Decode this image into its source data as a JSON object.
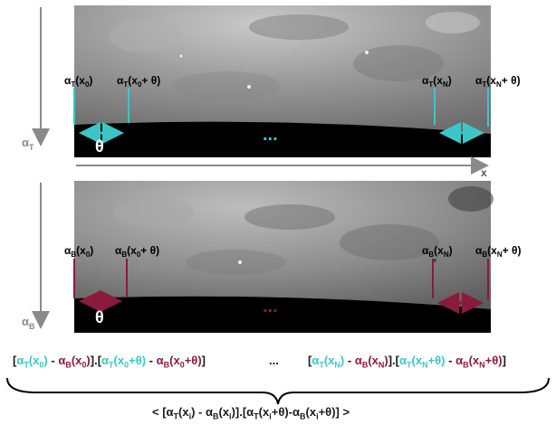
{
  "colors": {
    "top": "#3cc6c8",
    "bottom": "#8a1b3c",
    "axis": "#8a8a8a",
    "text": "#1a1a1a"
  },
  "axis_labels": {
    "alpha_top": "α",
    "alpha_top_sub": "T",
    "alpha_bottom": "α",
    "alpha_bottom_sub": "B",
    "x": "x"
  },
  "top_panel": {
    "labels": [
      {
        "a": "α",
        "sub": "T",
        "arg": "(x",
        "argsub": "0",
        "tail": ")"
      },
      {
        "a": "α",
        "sub": "T",
        "arg": "(x",
        "argsub": "0",
        "tail": "+ θ)"
      },
      {
        "a": "α",
        "sub": "T",
        "arg": "(x",
        "argsub": "N",
        "tail": ")"
      },
      {
        "a": "α",
        "sub": "T",
        "arg": "(x",
        "argsub": "N",
        "tail": "+ θ)"
      }
    ],
    "theta": "θ",
    "dots": "..."
  },
  "bottom_panel": {
    "labels": [
      {
        "a": "α",
        "sub": "B",
        "arg": "(x",
        "argsub": "0",
        "tail": ")"
      },
      {
        "a": "α",
        "sub": "B",
        "arg": "(x",
        "argsub": "0",
        "tail": "+ θ)"
      },
      {
        "a": "α",
        "sub": "B",
        "arg": "(x",
        "argsub": "N",
        "tail": ")"
      },
      {
        "a": "α",
        "sub": "B",
        "arg": "(x",
        "argsub": "N",
        "tail": "+ θ)"
      }
    ],
    "theta": "θ",
    "dots": "..."
  },
  "equations": {
    "ellipsis": "...",
    "final_prefix": "< [α",
    "final_text": "< [αT(xi) - αB(xi)].[αT(xi+θ)-αB(xi+θ)] >"
  }
}
